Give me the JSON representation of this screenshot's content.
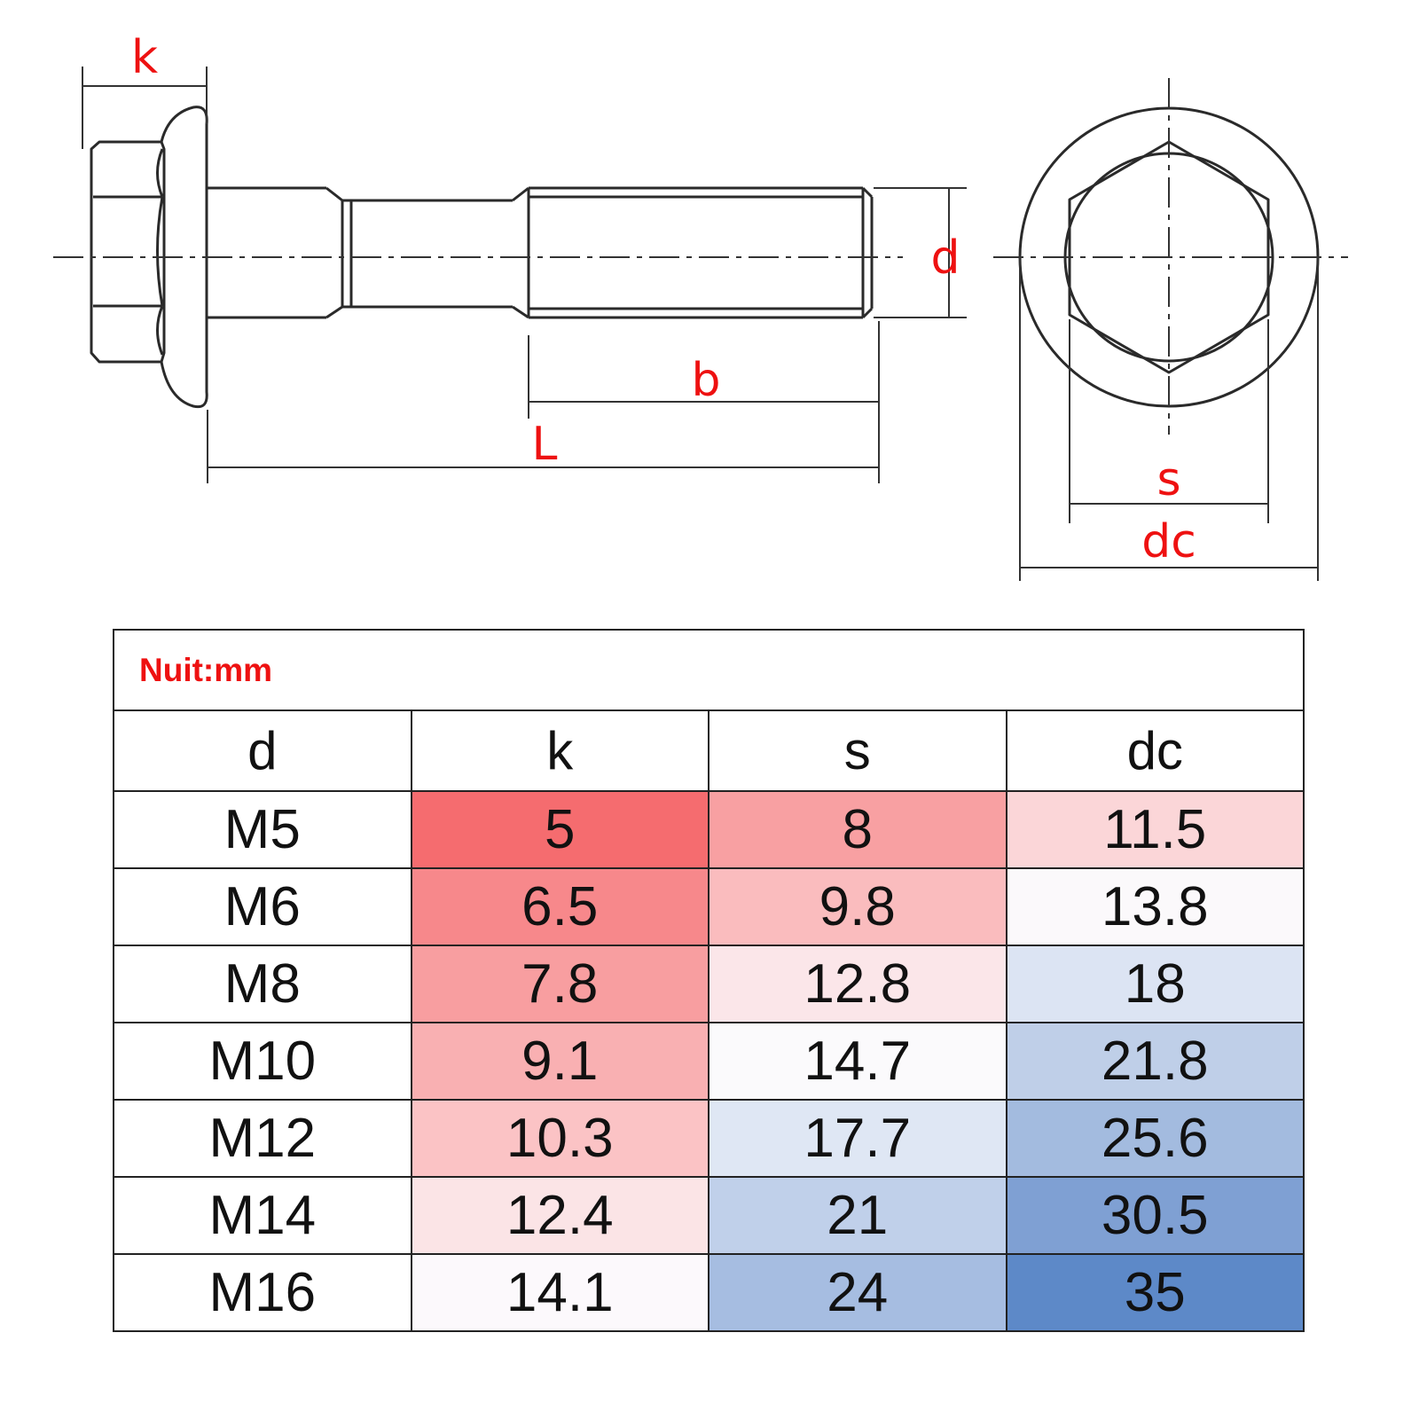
{
  "labels": {
    "k": "k",
    "d": "d",
    "b": "b",
    "L": "L",
    "s": "s",
    "dc": "dc"
  },
  "unit_note": "Nuit:mm",
  "columns": [
    "d",
    "k",
    "s",
    "dc"
  ],
  "rows": [
    {
      "d": "M5",
      "k": "5",
      "s": "8",
      "dc": "11.5"
    },
    {
      "d": "M6",
      "k": "6.5",
      "s": "9.8",
      "dc": "13.8"
    },
    {
      "d": "M8",
      "k": "7.8",
      "s": "12.8",
      "dc": "18"
    },
    {
      "d": "M10",
      "k": "9.1",
      "s": "14.7",
      "dc": "21.8"
    },
    {
      "d": "M12",
      "k": "10.3",
      "s": "17.7",
      "dc": "25.6"
    },
    {
      "d": "M14",
      "k": "12.4",
      "s": "21",
      "dc": "30.5"
    },
    {
      "d": "M16",
      "k": "14.1",
      "s": "24",
      "dc": "35"
    }
  ],
  "cell_colors": [
    [
      "#ffffff",
      "#f56c6f",
      "#f8a0a2",
      "#fbd6d8"
    ],
    [
      "#ffffff",
      "#f7888b",
      "#fabcbe",
      "#fbf9fb"
    ],
    [
      "#ffffff",
      "#f89ea0",
      "#fbe6e9",
      "#dce4f3"
    ],
    [
      "#ffffff",
      "#f9b0b2",
      "#fbfafc",
      "#bfcfe8"
    ],
    [
      "#ffffff",
      "#fbc3c5",
      "#dfe7f4",
      "#a3bbdf"
    ],
    [
      "#ffffff",
      "#fbe4e6",
      "#c0d0ea",
      "#7fa0d3"
    ],
    [
      "#ffffff",
      "#fcf9fc",
      "#a6bde1",
      "#5d89c8"
    ]
  ]
}
